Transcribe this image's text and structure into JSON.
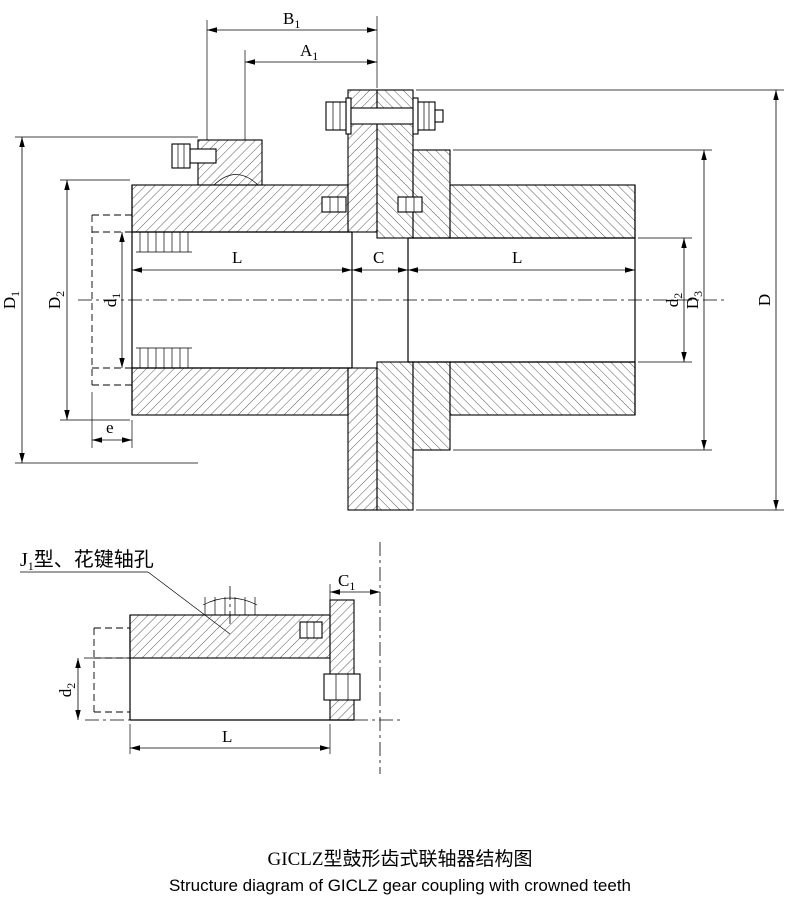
{
  "captions": {
    "zh": "GICLZ型鼓形齿式联轴器结构图",
    "en": "Structure diagram of GICLZ gear coupling with crowned teeth"
  },
  "main": {
    "dim_b1": {
      "base": "B",
      "sub": "1"
    },
    "dim_a1": {
      "base": "A",
      "sub": "1"
    },
    "dim_l_left": {
      "base": "L"
    },
    "dim_c": {
      "base": "C"
    },
    "dim_l_right": {
      "base": "L"
    },
    "dim_d1_cap": {
      "base": "D",
      "sub": "1"
    },
    "dim_d2_cap": {
      "base": "D",
      "sub": "2"
    },
    "dim_d1_low": {
      "base": "d",
      "sub": "1"
    },
    "dim_e": {
      "base": "e"
    },
    "dim_d2_low": {
      "base": "d",
      "sub": "2"
    },
    "dim_d3_cap": {
      "base": "D",
      "sub": "3"
    },
    "dim_d_cap": {
      "base": "D"
    }
  },
  "detail": {
    "annotation": {
      "pre": "J",
      "sub": "1",
      "post": "型、花键轴孔"
    },
    "dim_c1": {
      "base": "C",
      "sub": "1"
    },
    "dim_d2_low": {
      "base": "d",
      "sub": "2"
    },
    "dim_l": {
      "base": "L"
    }
  }
}
